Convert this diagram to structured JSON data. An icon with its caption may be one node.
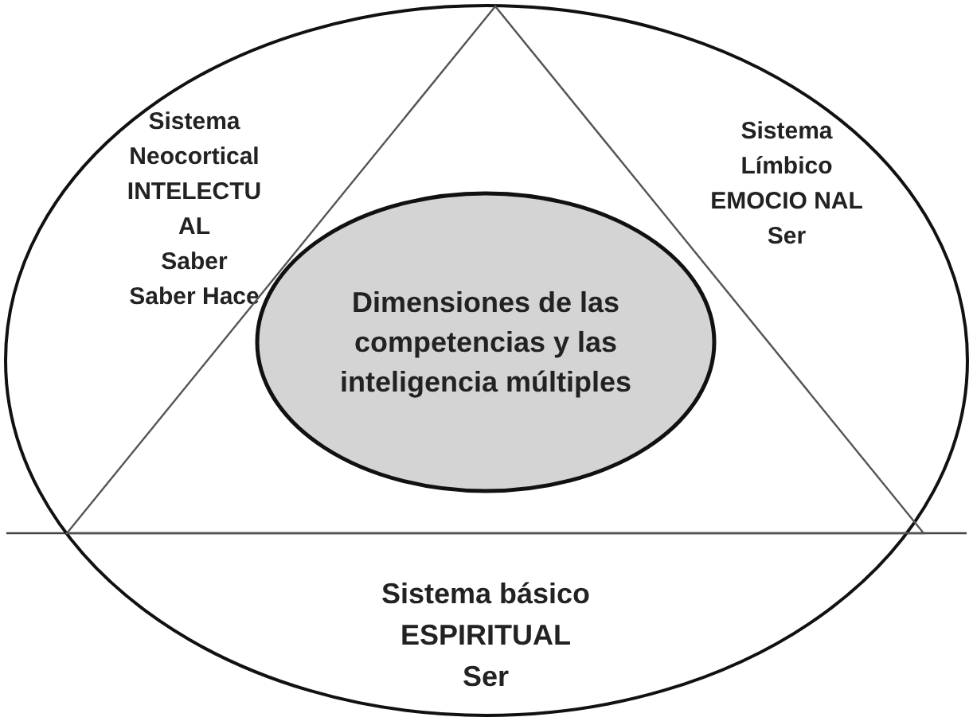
{
  "diagram": {
    "nodes": [
      {
        "text": [],
        "shape": "circle"
      },
      {
        "text": [
          "Sistema Neocortical",
          "INTELECTU AL",
          "Saber",
          "Saber Hace"
        ],
        "in": 0
      },
      {
        "text": [
          "Sistema Límbico",
          "EMOCIO NAL",
          "Ser"
        ],
        "in": 0
      },
      {
        "text": [],
        "shape": "triangle",
        "in": 0
      },
      {
        "text": [
          "Dimensiones de las competencias y las inteligencia múltiples"
        ],
        "in": 3
      },
      {
        "text": [
          "Sistema básico",
          "ESPIRITUAL",
          "Ser"
        ],
        "in": 0
      }
    ]
  }
}
